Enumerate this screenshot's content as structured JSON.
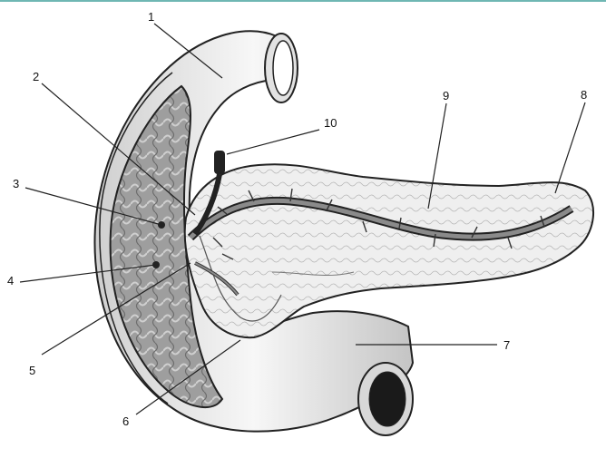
{
  "labels": [
    "1",
    "2",
    "3",
    "4",
    "5",
    "6",
    "7",
    "8",
    "9",
    "10"
  ],
  "colors": {
    "ink": "#222222",
    "tissue": "#ededed",
    "shade": "#bdbdbd",
    "duct": "#8a8a8a",
    "accent_line": "#6fb7b3"
  }
}
